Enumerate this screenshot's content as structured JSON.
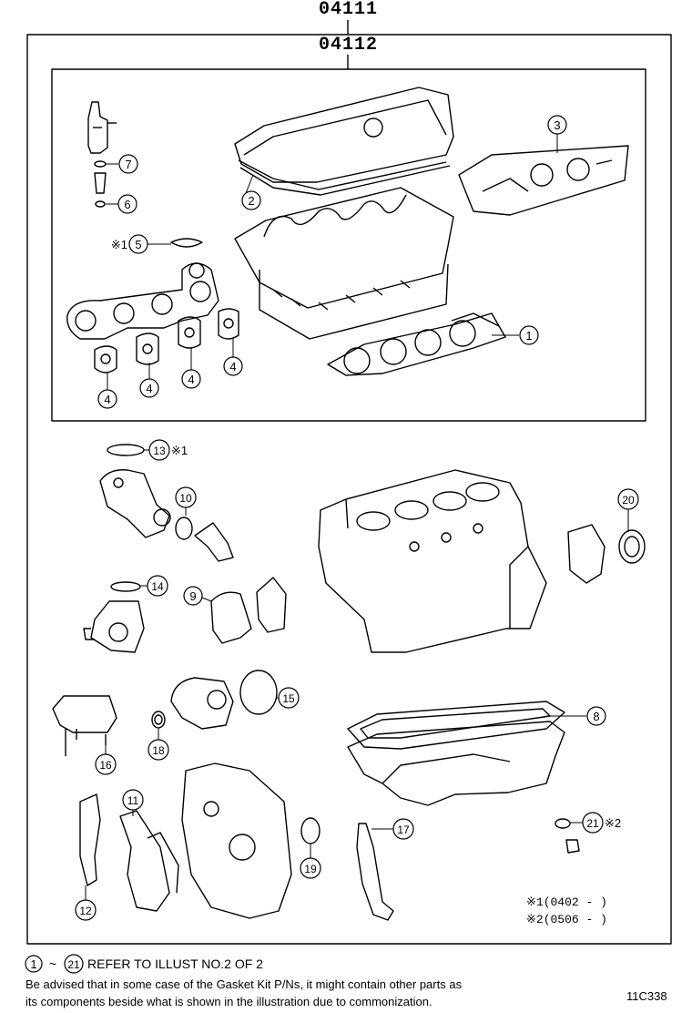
{
  "header": {
    "outer_code": "04111",
    "inner_code": "04112"
  },
  "callouts": [
    {
      "label": "7"
    },
    {
      "label": "6"
    },
    {
      "label": "5",
      "mark": "※1"
    },
    {
      "label": "2"
    },
    {
      "label": "3"
    },
    {
      "label": "1"
    },
    {
      "label": "4"
    },
    {
      "label": "4"
    },
    {
      "label": "4"
    },
    {
      "label": "4"
    },
    {
      "label": "13",
      "mark": "※1"
    },
    {
      "label": "10"
    },
    {
      "label": "20"
    },
    {
      "label": "14"
    },
    {
      "label": "9"
    },
    {
      "label": "15"
    },
    {
      "label": "8"
    },
    {
      "label": "16"
    },
    {
      "label": "18"
    },
    {
      "label": "11"
    },
    {
      "label": "19"
    },
    {
      "label": "17"
    },
    {
      "label": "21",
      "mark": "※2"
    },
    {
      "label": "12"
    }
  ],
  "remarks": {
    "r1_mark": "※1",
    "r1_text": "(0402 -       )",
    "r2_mark": "※2",
    "r2_text": "(0506 -       )"
  },
  "footer": {
    "ref_from": "1",
    "tilde": "~",
    "ref_to": "21",
    "ref_text": "REFER TO ILLUST NO.2 OF 2",
    "advisory_line1": "Be advised that in some case of the Gasket Kit P/Ns,  it might contain other parts as",
    "advisory_line2": "its components beside what is shown in the illustration due to commonization.",
    "illustration_id": "11C338"
  }
}
